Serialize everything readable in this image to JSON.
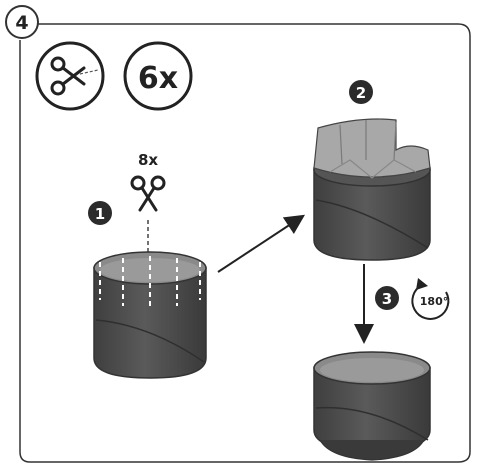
{
  "step": {
    "number": "4"
  },
  "header": {
    "tool": "scissors-icon",
    "repeat_label": "6x"
  },
  "substep1": {
    "badge": "1",
    "cut_count": "8x",
    "tool": "scissors-icon"
  },
  "substep2": {
    "badge": "2"
  },
  "substep3": {
    "badge": "3",
    "rotation_label": "180°",
    "rotation_icon": "rotate-counterclockwise-icon"
  },
  "colors": {
    "outline": "#3a3a3a",
    "cylinder_dark": "#4a4a4a",
    "cylinder_top": "#8a8a8a",
    "flap_light": "#a8a8a8",
    "badge_fill": "#2b2b2b"
  }
}
